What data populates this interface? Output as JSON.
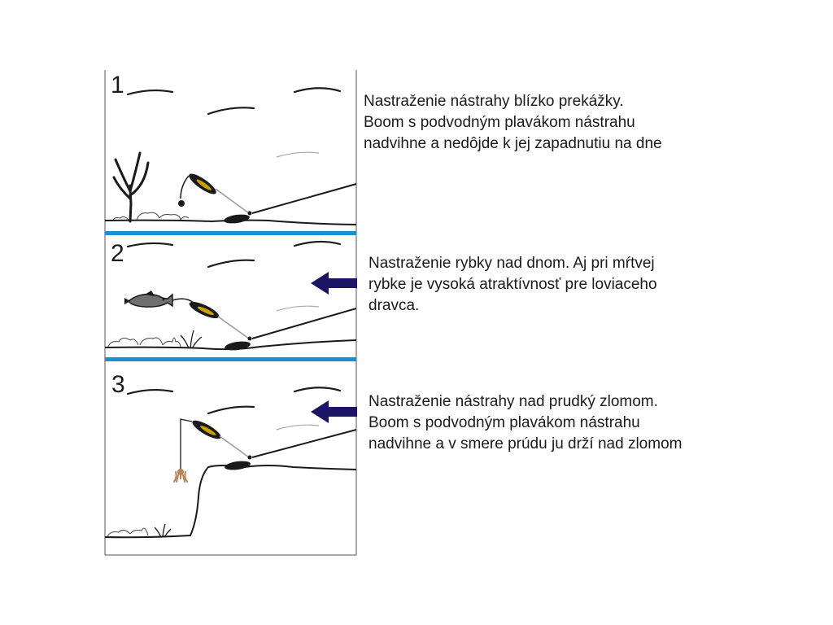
{
  "panels": [
    {
      "number": "1",
      "caption_lines": [
        "Nastraženie nástrahy blízko prekážky.",
        "Boom s podvodným plavákom nástrahu",
        "nadvihne a nedôjde k jej zapadnutiu na dne"
      ]
    },
    {
      "number": "2",
      "caption_lines": [
        "Nastraženie rybky nad dnom. Aj pri mŕtvej",
        "rybke je vysoká atraktívnosť pre loviaceho",
        "dravca."
      ]
    },
    {
      "number": "3",
      "caption_lines": [
        "Nastraženie nástrahy nad prudký zlomom.",
        "Boom s podvodným plavákom nástrahu",
        "nadvihne a v smere prúdu ju drží nad zlomom"
      ]
    }
  ],
  "colors": {
    "divider": "#1a8fd4",
    "arrow": "#1c1464",
    "ink": "#1a1a1a",
    "fish": "#6f6f6f",
    "lure_body": "#c8a000",
    "bait": "#b8835a"
  },
  "icons": [
    "fish-icon",
    "arrow-left-icon",
    "float-icon",
    "weed-icon",
    "branch-icon"
  ]
}
